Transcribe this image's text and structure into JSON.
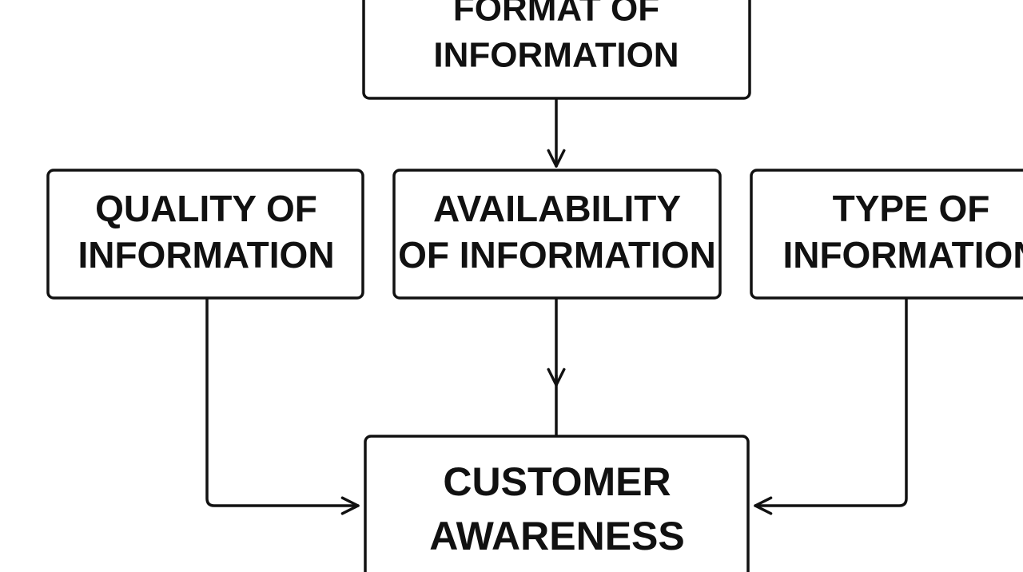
{
  "colors": {
    "line": "#111111",
    "background": "#ffffff"
  },
  "nodes": {
    "format": {
      "line1": "FORMAT OF",
      "line2": "INFORMATION"
    },
    "quality": {
      "line1": "QUALITY OF",
      "line2": "INFORMATION"
    },
    "availability": {
      "line1": "AVAILABILITY",
      "line2": "OF INFORMATION"
    },
    "type": {
      "line1": "TYPE OF",
      "line2": "INFORMATION"
    },
    "awareness": {
      "line1": "CUSTOMER",
      "line2": "AWARENESS"
    }
  }
}
